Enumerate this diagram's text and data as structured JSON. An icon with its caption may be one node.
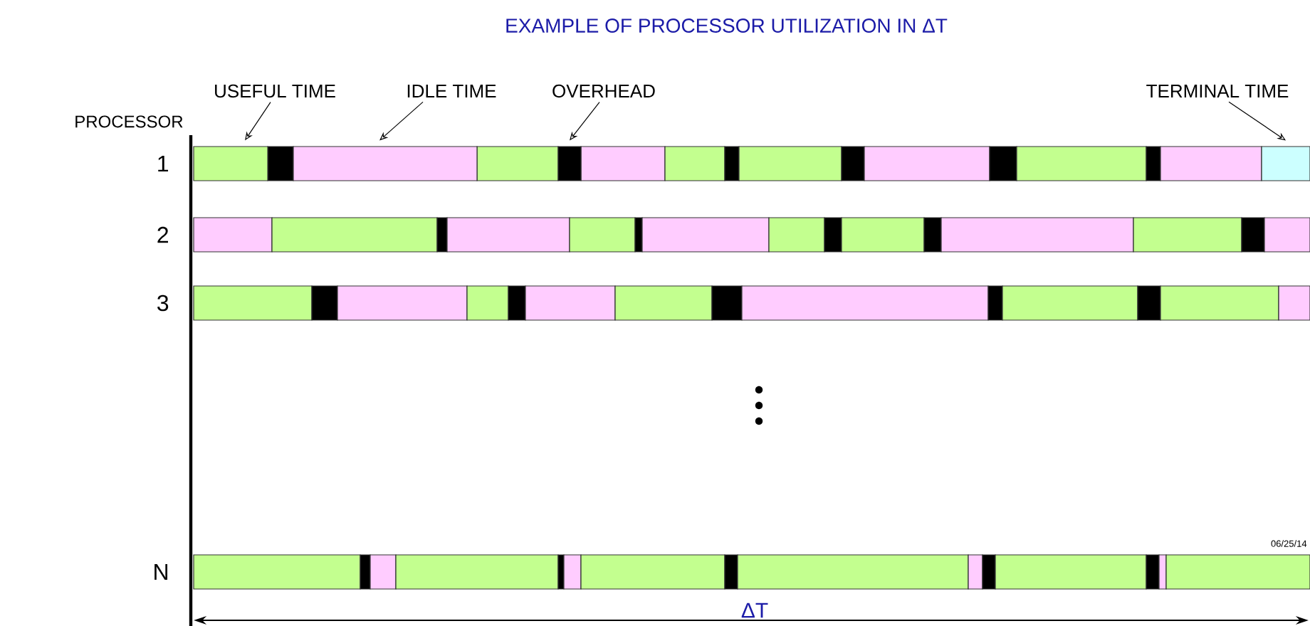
{
  "diagram": {
    "title": "EXAMPLE OF PROCESSOR UTILIZATION IN ΔT",
    "nodes": [
      {
        "text": [
          "USEFUL TIME"
        ]
      },
      {
        "text": [
          "IDLE TIME"
        ]
      },
      {
        "text": [
          "OVERHEAD"
        ]
      },
      {
        "text": [
          "TERMINAL TIME"
        ]
      },
      {
        "text": [],
        "shape": "bar"
      },
      {
        "text": [],
        "shape": "bar"
      },
      {
        "text": [],
        "shape": "bar"
      },
      {
        "text": [],
        "shape": "bar"
      }
    ],
    "edges": [
      {
        "from": 0,
        "to": 4,
        "arrow": "to"
      },
      {
        "from": 1,
        "to": 5,
        "arrow": "to"
      },
      {
        "from": 2,
        "to": 6,
        "arrow": "to"
      },
      {
        "from": 3,
        "to": 7,
        "arrow": "to"
      }
    ],
    "labels": [
      "PROCESSOR",
      "1",
      "2",
      "3",
      "N",
      "06/25/14",
      "ΔT"
    ]
  }
}
